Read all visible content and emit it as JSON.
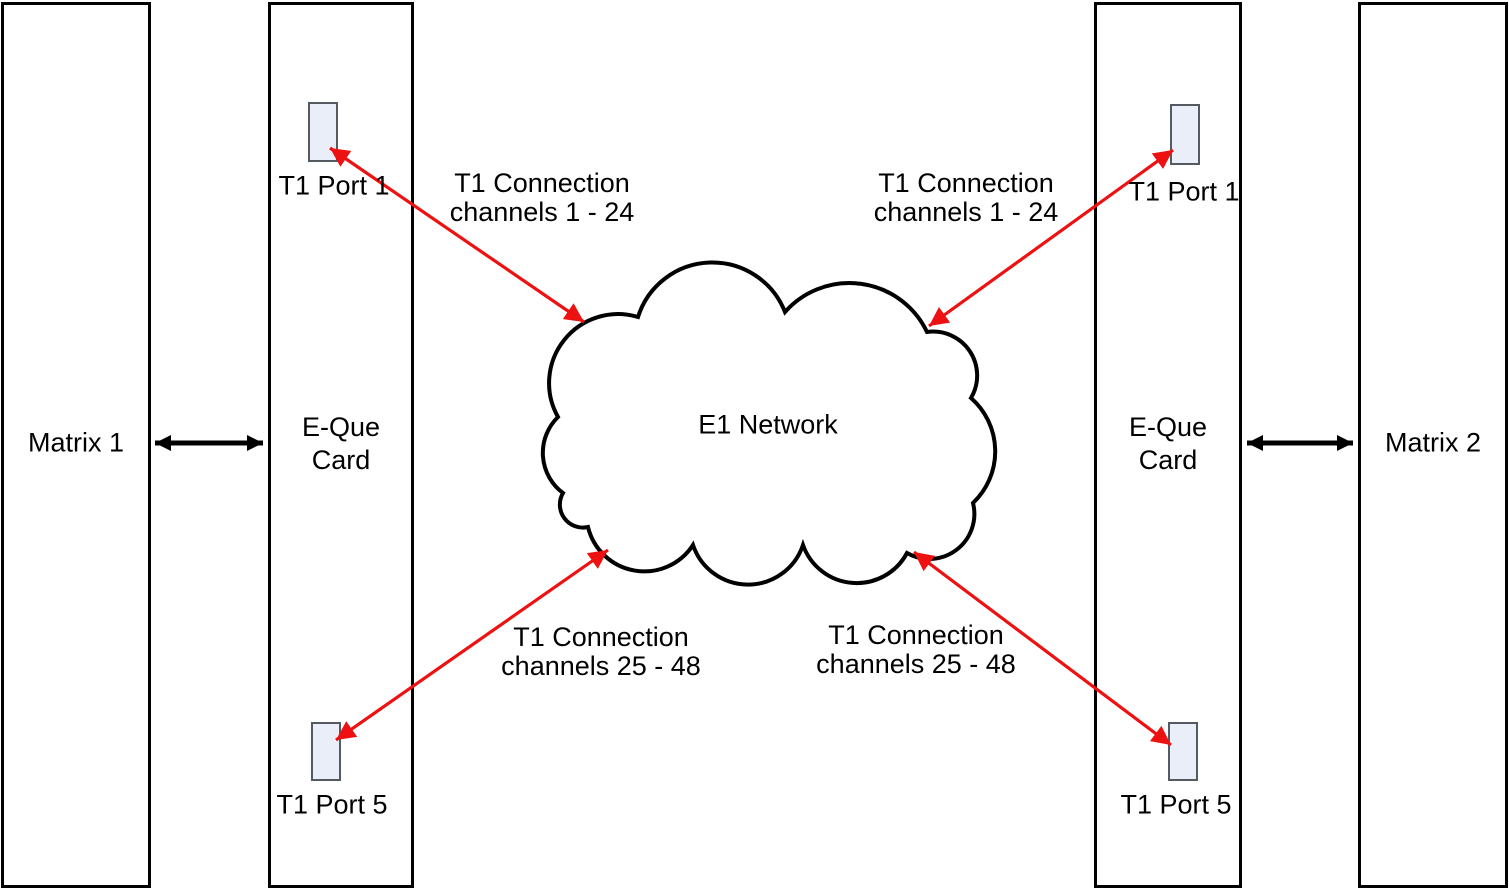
{
  "diagram": {
    "nodes": {
      "matrix1": {
        "label": "Matrix 1"
      },
      "eque_left": {
        "line1": "E-Que",
        "line2": "Card"
      },
      "eque_right": {
        "line1": "E-Que",
        "line2": "Card"
      },
      "matrix2": {
        "label": "Matrix 2"
      },
      "cloud": {
        "label": "E1 Network"
      }
    },
    "ports": {
      "left_port1": {
        "label": "T1 Port 1"
      },
      "left_port5": {
        "label": "T1 Port 5"
      },
      "right_port1": {
        "label": "T1 Port 1"
      },
      "right_port5": {
        "label": "T1 Port 5"
      }
    },
    "connections": {
      "top_left": {
        "line1": "T1 Connection",
        "line2": "channels 1 - 24"
      },
      "top_right": {
        "line1": "T1 Connection",
        "line2": "channels 1 - 24"
      },
      "bottom_left": {
        "line1": "T1 Connection",
        "line2": "channels 25 - 48"
      },
      "bottom_right": {
        "line1": "T1 Connection",
        "line2": "channels 25 - 48"
      }
    },
    "colors": {
      "connection_arrow": "#ee1111",
      "matrix_link": "#000000",
      "node_border": "#000000",
      "port_fill": "#e9eef8",
      "port_border": "#545a60",
      "canvas_bg": "#ffffff",
      "text_color": "#000000"
    }
  }
}
